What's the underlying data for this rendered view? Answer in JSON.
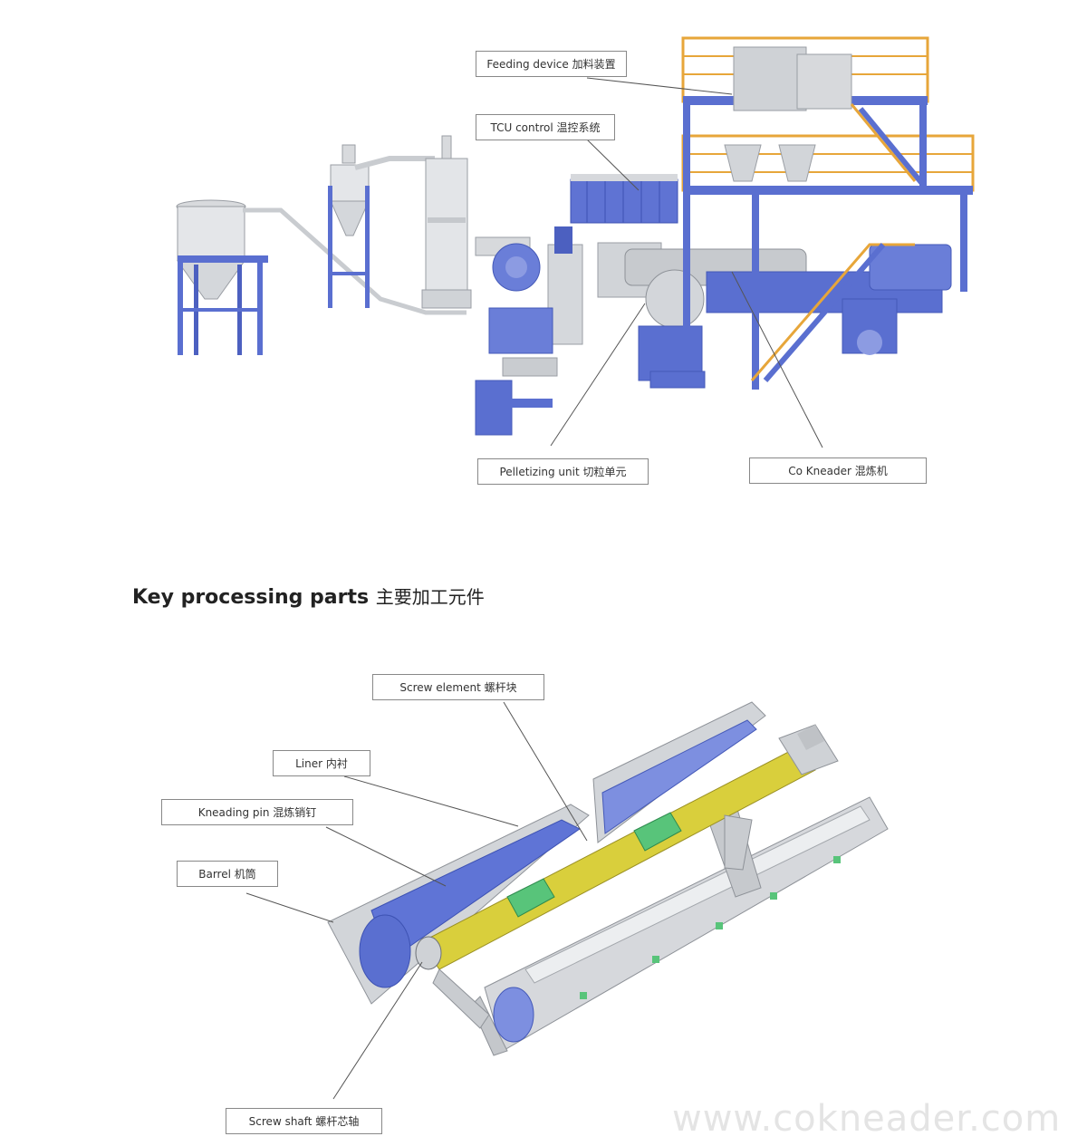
{
  "plant_labels": {
    "feeding_device": "Feeding device  加料装置",
    "tcu_control": "TCU control  温控系统",
    "pelletizing_unit": "Pelletizing unit 切粒单元",
    "co_kneader": "Co Kneader 混炼机"
  },
  "section_heading": {
    "en": "Key processing parts",
    "cn": "主要加工元件"
  },
  "parts_labels": {
    "screw_element": "Screw element 螺杆块",
    "liner": "Liner 内衬",
    "kneading_pin": "Kneading pin 混炼销钉",
    "barrel": "Barrel 机筒",
    "screw_shaft": "Screw shaft 螺杆芯轴"
  },
  "watermark": "www.cokneader.com",
  "colors": {
    "frame_blue": "#5a6fd0",
    "railing_orange": "#e7a63a",
    "steel_grey": "#c9ccd0",
    "screw_yellow": "#d9cf3c",
    "pin_green": "#58c47a"
  }
}
